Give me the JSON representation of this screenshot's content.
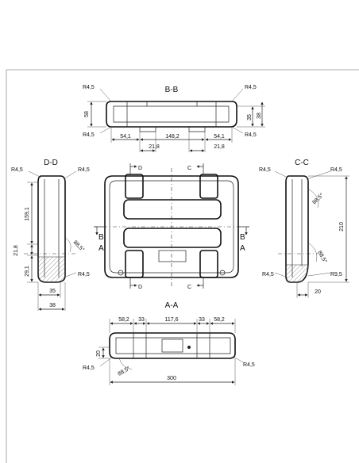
{
  "sections": {
    "bb": "B-B",
    "dd": "D-D",
    "cc": "C-C",
    "aa": "A-A"
  },
  "cut_letters": {
    "a_left": "A",
    "a_right": "A",
    "b_left": "B",
    "b_right": "B",
    "c_top": "C",
    "c_bottom": "C",
    "d_top": "D",
    "d_bottom": "D"
  },
  "bb_view": {
    "r_tl": "R4,5",
    "r_tr": "R4,5",
    "r_bl": "R4,5",
    "r_br": "R4,5",
    "height": "58",
    "h35": "35",
    "h38": "38",
    "w54_left": "54,1",
    "w148": "148,2",
    "w54_right": "54,1",
    "w21_left": "21,8",
    "w21_right": "21,8"
  },
  "dd_view": {
    "r_tl": "R4,5",
    "r_tr": "R4,5",
    "r_br": "R4,5",
    "h159": "159,1",
    "h21": "21,8",
    "h29": "29,1",
    "angle": "88,5°",
    "w35": "35",
    "w38": "38"
  },
  "cc_view": {
    "r_tl": "R4,5",
    "r_tr": "R4,5",
    "r_bl": "R4,5",
    "r_br": "R9,5",
    "angle_top": "88,5°",
    "angle_bottom": "88,5°",
    "h210": "210",
    "w20": "20"
  },
  "aa_view": {
    "w58_left": "58,2",
    "w33_left": "33",
    "w117": "117,6",
    "w33_right": "33",
    "w58_right": "58,2",
    "h20": "20",
    "r_left": "R4,5",
    "r_right": "R4,5",
    "angle": "88,5°",
    "w300": "300"
  }
}
